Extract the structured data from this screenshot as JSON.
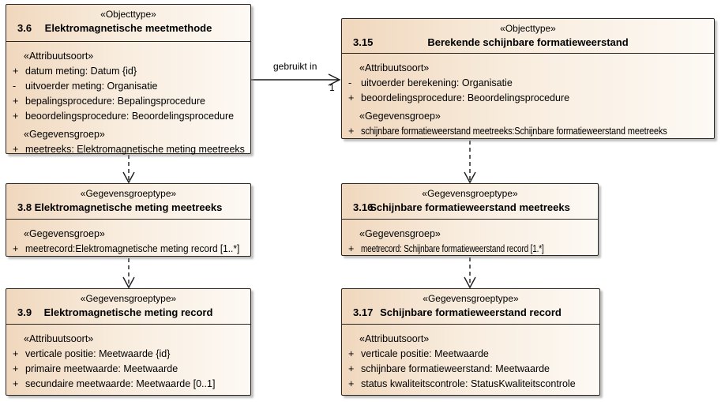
{
  "connector": {
    "label": "gebruikt in",
    "multiplicity": "1"
  },
  "colors": {
    "box_fill_left": "#f0d7bd",
    "box_fill_right": "#fdf9f4",
    "border": "#2a261f",
    "shadow": "#8c8c8c"
  },
  "boxes": [
    {
      "id": "3.6",
      "stereotype": "«Objecttype»",
      "title": "Elektromagnetische meetmethode",
      "sections": [
        {
          "label": "«Attribuutsoort»",
          "rows": [
            {
              "m": "+",
              "t": "datum meting: Datum {id}"
            },
            {
              "m": "-",
              "t": "uitvoerder meting: Organisatie"
            },
            {
              "m": "+",
              "t": "bepalingsprocedure: Bepalingsprocedure"
            },
            {
              "m": "+",
              "t": "beoordelingsprocedure: Beoordelingsprocedure"
            }
          ]
        },
        {
          "label": "«Gegevensgroep»",
          "rows": [
            {
              "m": "+",
              "t": "meetreeks: Elektromagnetische meting meetreeks"
            }
          ]
        }
      ]
    },
    {
      "id": "3.15",
      "stereotype": "«Objecttype»",
      "title": "Berekende schijnbare formatieweerstand",
      "sections": [
        {
          "label": "«Attribuutsoort»",
          "rows": [
            {
              "m": "-",
              "t": "uitvoerder berekening: Organisatie"
            },
            {
              "m": "+",
              "t": "beoordelingsprocedure: Beoordelingsprocedure"
            }
          ]
        },
        {
          "label": "«Gegevensgroep»",
          "rows": [
            {
              "m": "+",
              "t": "schijnbare formatieweerstand meetreeks:Schijnbare formatieweerstand meetreeks"
            }
          ]
        }
      ]
    },
    {
      "id": "3.8",
      "stereotype": "«Gegevensgroeptype»",
      "title": "Elektromagnetische meting meetreeks",
      "sections": [
        {
          "label": "«Gegevensgroep»",
          "rows": [
            {
              "m": "+",
              "t": "meetrecord:Elektromagnetische meting record [1..*]"
            }
          ]
        }
      ]
    },
    {
      "id": "3.16",
      "stereotype": "«Gegevensgroeptype»",
      "title": "Schijnbare formatieweerstand meetreeks",
      "sections": [
        {
          "label": "«Gegevensgroep»",
          "rows": [
            {
              "m": "+",
              "t": "meetrecord: Schijnbare formatieweerstand record [1.*]"
            }
          ]
        }
      ]
    },
    {
      "id": "3.9",
      "stereotype": "«Gegevensgroeptype»",
      "title": "Elektromagnetische meting record",
      "sections": [
        {
          "label": "«Attribuutsoort»",
          "rows": [
            {
              "m": "+",
              "t": "verticale positie: Meetwaarde {id}"
            },
            {
              "m": "+",
              "t": "primaire meetwaarde: Meetwaarde"
            },
            {
              "m": "+",
              "t": "secundaire meetwaarde: Meetwaarde [0..1]"
            }
          ]
        }
      ]
    },
    {
      "id": "3.17",
      "stereotype": "«Gegevensgroeptype»",
      "title": "Schijnbare formatieweerstand record",
      "sections": [
        {
          "label": "«Attribuutsoort»",
          "rows": [
            {
              "m": "+",
              "t": "verticale positie: Meetwaarde"
            },
            {
              "m": "+",
              "t": "schijnbare formatieweerstand: Meetwaarde"
            },
            {
              "m": "+",
              "t": "status kwaliteitscontrole: StatusKwaliteitscontrole"
            }
          ]
        }
      ]
    }
  ]
}
